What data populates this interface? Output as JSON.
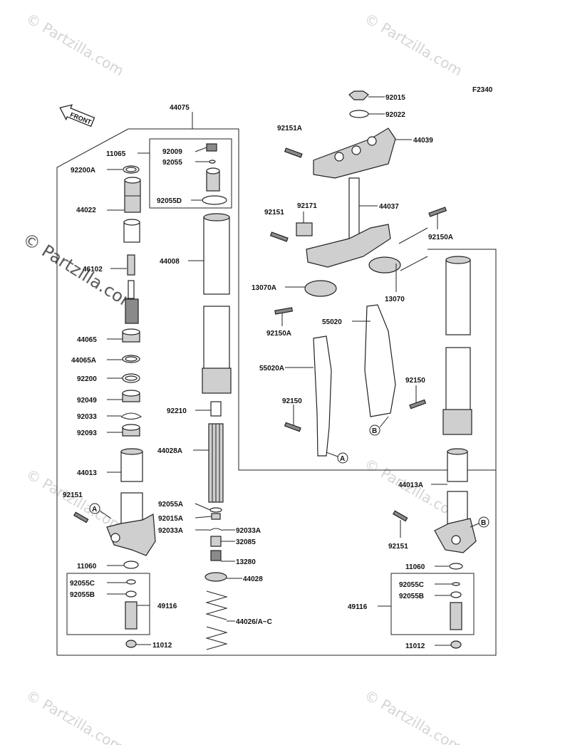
{
  "figure_code": "F2340",
  "front_label": "FRONT",
  "watermark": "© Partzilla.com",
  "parts": {
    "p44075": "44075",
    "p11065": "11065",
    "p92009": "92009",
    "p92055": "92055",
    "p92055D": "92055D",
    "p92200A": "92200A",
    "p44022": "44022",
    "p46102": "46102",
    "p44065": "44065",
    "p44065A": "44065A",
    "p92200": "92200",
    "p92049": "92049",
    "p92033": "92033",
    "p92093": "92093",
    "p44013": "44013",
    "p92151_left": "92151",
    "p11060_left": "11060",
    "p92055C_left": "92055C",
    "p92055B_left": "92055B",
    "p49116_left": "49116",
    "p11012_left": "11012",
    "p44008": "44008",
    "p92210": "92210",
    "p44028A": "44028A",
    "p92055A": "92055A",
    "p92015A": "92015A",
    "p92033A_left": "92033A",
    "p92033A_right": "92033A",
    "p32085": "32085",
    "p13280": "13280",
    "p44028": "44028",
    "p44026": "44026/A~C",
    "p92015": "92015",
    "p92022": "92022",
    "p92151A": "92151A",
    "p44039": "44039",
    "p92151_top": "92151",
    "p92171": "92171",
    "p44037": "44037",
    "p92150A_right": "92150A",
    "p13070A": "13070A",
    "p13070": "13070",
    "p92150A_left": "92150A",
    "p55020": "55020",
    "p55020A": "55020A",
    "p92150_right": "92150",
    "p92150_left": "92150",
    "p44013A": "44013A",
    "p92151_right": "92151",
    "p11060_right": "11060",
    "p92055C_right": "92055C",
    "p92055B_right": "92055B",
    "p49116_right": "49116",
    "p11012_right": "11012"
  },
  "callouts": {
    "a": "A",
    "b": "B"
  }
}
